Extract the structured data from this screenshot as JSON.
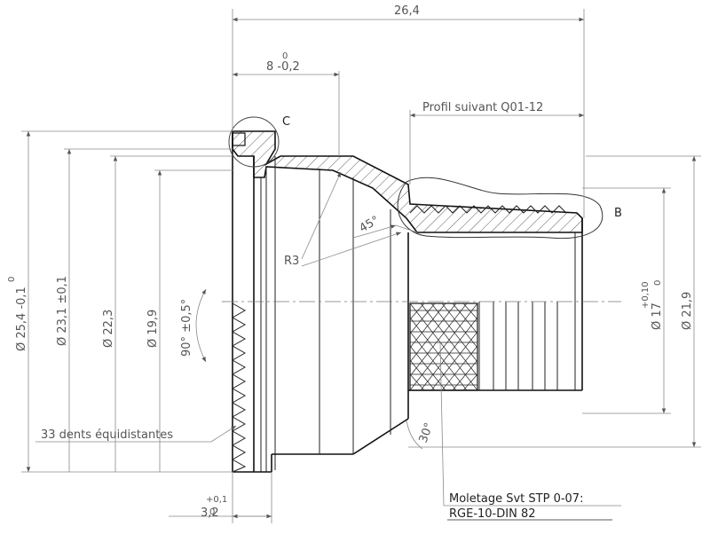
{
  "dimensions": {
    "overall_length": "26,4",
    "length_8_upper_tol": "0",
    "length_8_value": "8 -0,2",
    "profile_note": "Profil suivant Q01-12",
    "detail_c": "C",
    "detail_b": "B",
    "radius": "R3",
    "chamfer_angle": "45°",
    "dia_25_4_upper": "0",
    "dia_25_4_value": "Ø 25,4 -0,1",
    "dia_23_1": "Ø 23,1 ±0,1",
    "dia_22_3": "Ø 22,3",
    "dia_19_9": "Ø 19,9",
    "angle_90": "90° ±0,5°",
    "dia_17_tol_upper": "+0,10",
    "dia_17_tol_lower": "0",
    "dia_17_value": "Ø 17",
    "dia_21_9": "Ø 21,9",
    "angle_30": "30°",
    "teeth_note": "33 dents équidistantes",
    "knurl_note_line1": "Moletage Svt STP 0-07:",
    "knurl_note_line2": "RGE-10-DIN 82",
    "length_3_2_value": "3,2",
    "length_3_2_upper": "+0,1",
    "length_3_2_lower": "0"
  }
}
